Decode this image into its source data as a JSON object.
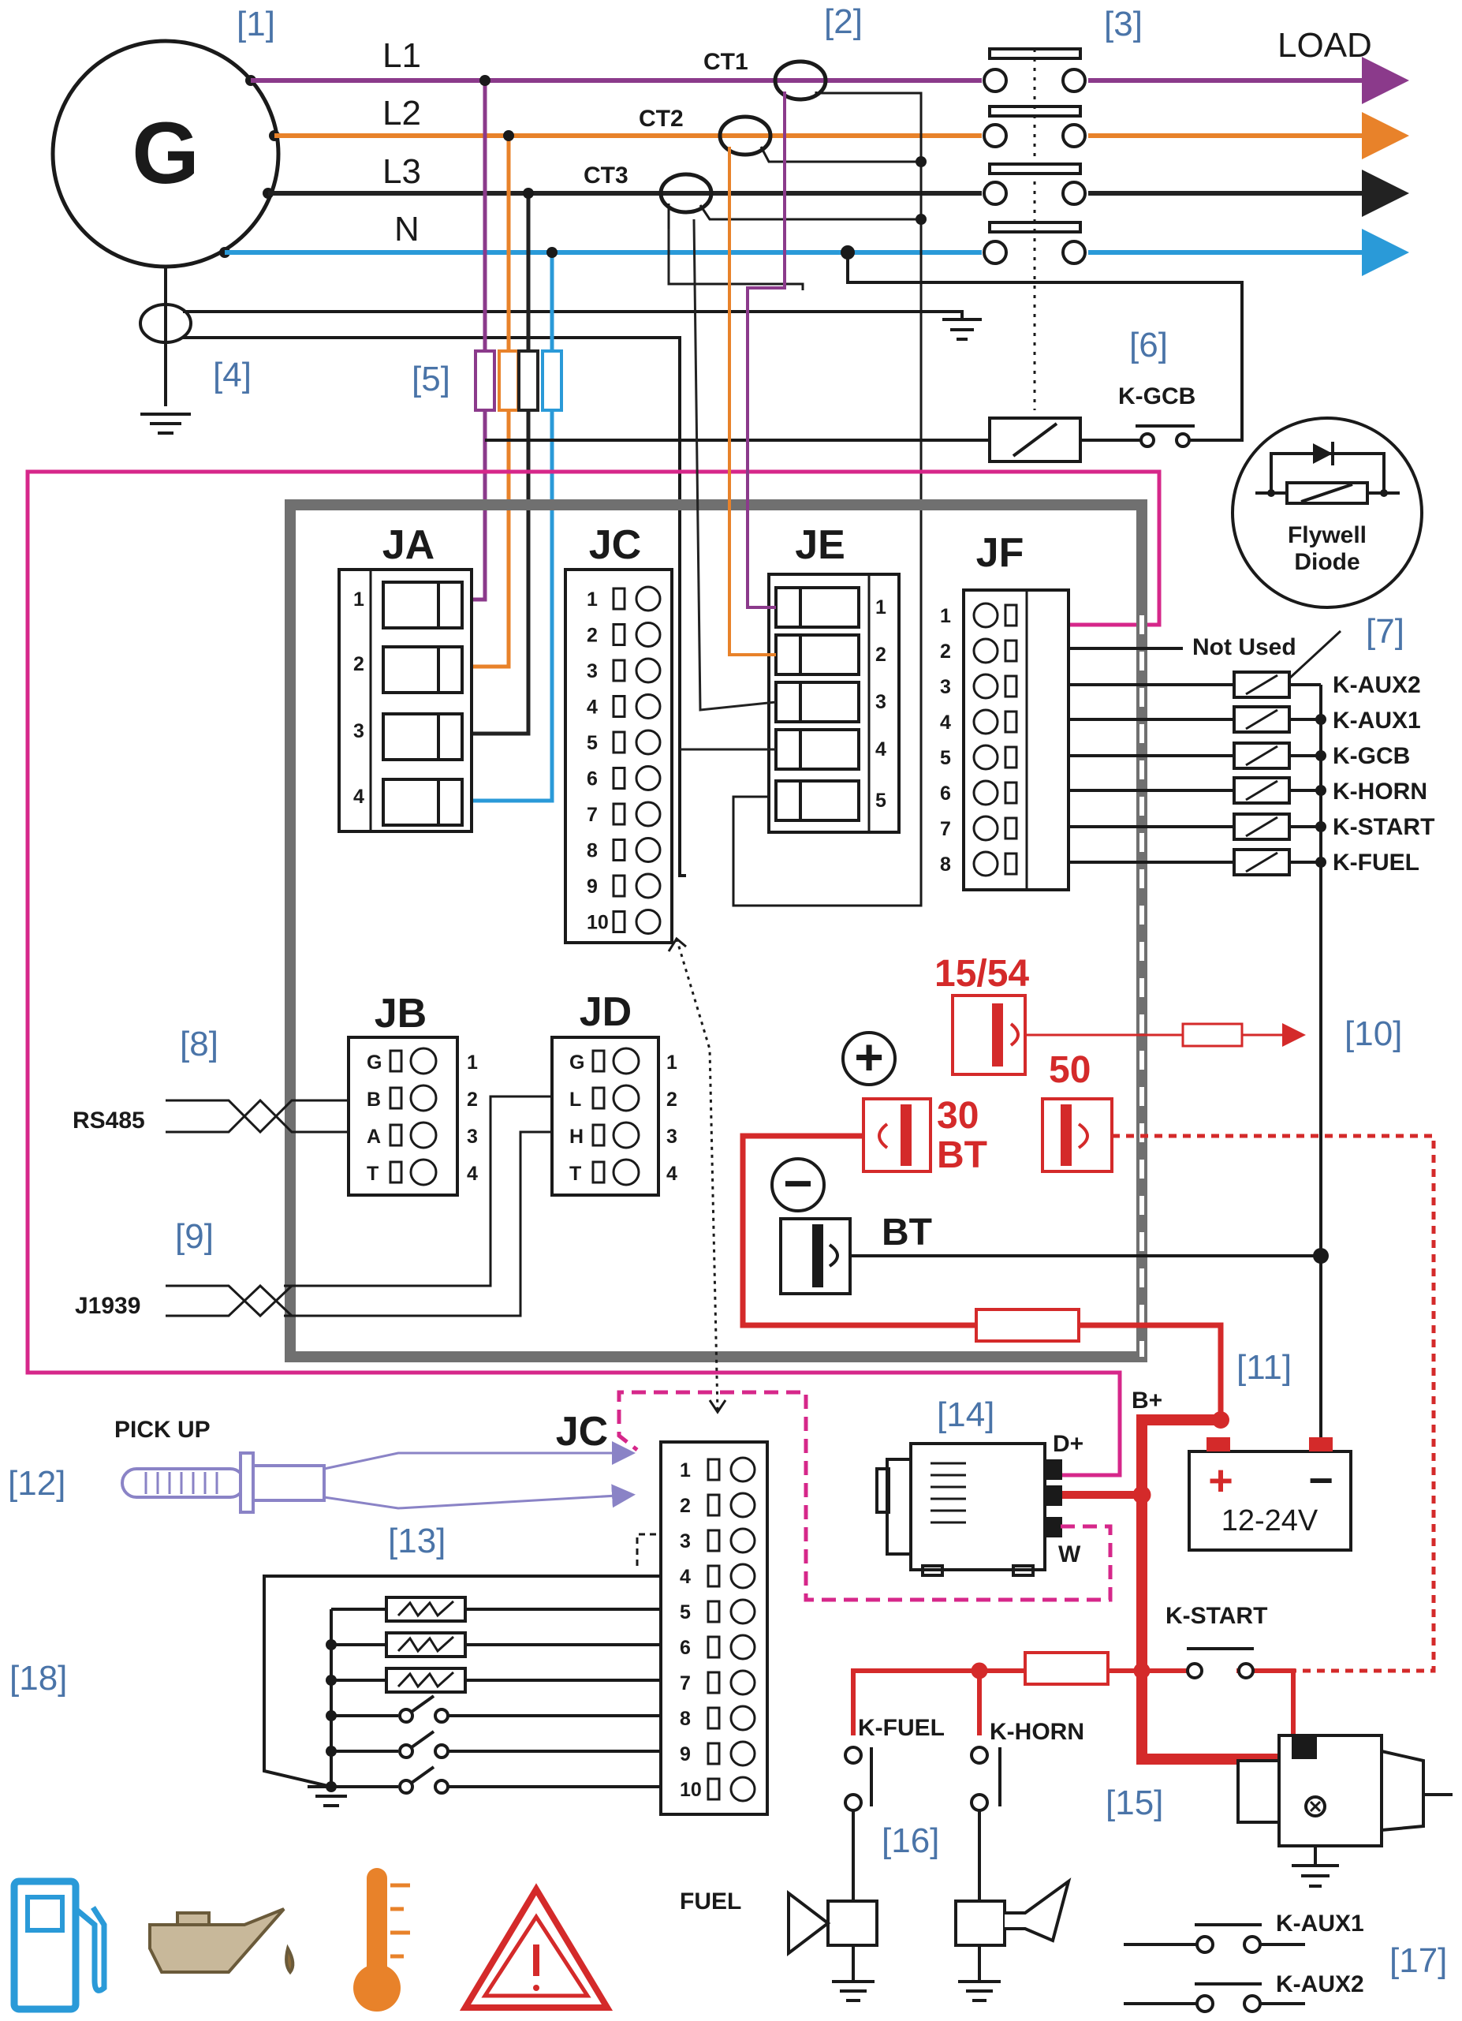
{
  "diagram": {
    "generator_symbol": "G",
    "lines": [
      "L1",
      "L2",
      "L3",
      "N"
    ],
    "current_transformers": [
      "CT1",
      "CT2",
      "CT3"
    ],
    "load_label": "LOAD",
    "relay_k_gcb": "K-GCB",
    "flywell_diode_label": "Flywell Diode",
    "not_used": "Not Used",
    "relay_outputs": [
      "K-AUX2",
      "K-AUX1",
      "K-GCB",
      "K-HORN",
      "K-START",
      "K-FUEL"
    ],
    "connectors": {
      "JA": {
        "name": "JA",
        "pins": [
          "1",
          "2",
          "3",
          "4"
        ]
      },
      "JC": {
        "name": "JC",
        "pins": [
          "1",
          "2",
          "3",
          "4",
          "5",
          "6",
          "7",
          "8",
          "9",
          "10"
        ]
      },
      "JE": {
        "name": "JE",
        "pins": [
          "1",
          "2",
          "3",
          "4",
          "5"
        ]
      },
      "JF": {
        "name": "JF",
        "pins": [
          "1",
          "2",
          "3",
          "4",
          "5",
          "6",
          "7",
          "8"
        ]
      },
      "JB": {
        "name": "JB",
        "pins": [
          "1",
          "2",
          "3",
          "4"
        ],
        "signals": [
          "G",
          "B",
          "A",
          "T"
        ]
      },
      "JD": {
        "name": "JD",
        "pins": [
          "1",
          "2",
          "3",
          "4"
        ],
        "signals": [
          "G",
          "L",
          "H",
          "T"
        ]
      },
      "JC2": {
        "name": "JC",
        "pins": [
          "1",
          "2",
          "3",
          "4",
          "5",
          "6",
          "7",
          "8",
          "9",
          "10"
        ]
      }
    },
    "terminals": {
      "t1554": "15/54",
      "t30": "30",
      "t30bt": "BT",
      "t50": "50",
      "tbt": "BT",
      "plus": "+",
      "minus": "−"
    },
    "rs485": "RS485",
    "j1939": "J1939",
    "pickup": "PICK UP",
    "battery": {
      "voltage": "12-24V",
      "plus": "+",
      "minus": "−"
    },
    "b_plus": "B+",
    "d_plus": "D+",
    "w": "W",
    "k_start": "K-START",
    "k_fuel": "K-FUEL",
    "k_horn": "K-HORN",
    "fuel": "FUEL",
    "aux_contacts": [
      "K-AUX1",
      "K-AUX2"
    ],
    "references": [
      "[1]",
      "[2]",
      "[3]",
      "[4]",
      "[5]",
      "[6]",
      "[7]",
      "[8]",
      "[9]",
      "[10]",
      "[11]",
      "[12]",
      "[13]",
      "[14]",
      "[15]",
      "[16]",
      "[17]",
      "[18]"
    ],
    "colors": {
      "l1": "#8b3a8b",
      "l2": "#e8822a",
      "l3": "#222222",
      "n": "#2a9ad8",
      "magenta": "#d6278a",
      "red": "#d42a2a",
      "ref": "#4a74a8",
      "gray": "#707070",
      "pickup": "#8a83c6"
    }
  }
}
